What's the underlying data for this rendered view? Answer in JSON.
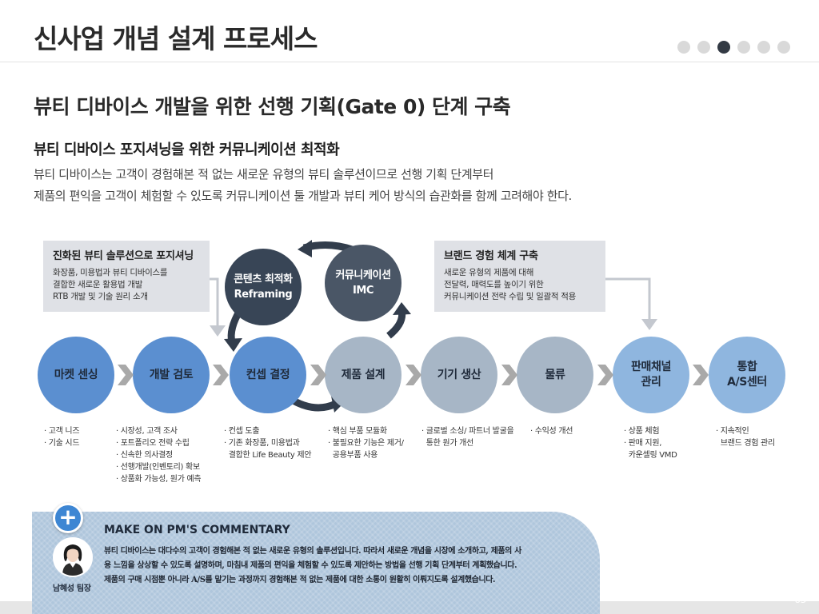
{
  "header": {
    "title": "신사업 개념 설계 프로세스",
    "pager": {
      "total": 6,
      "active_index": 2
    }
  },
  "headline": "뷰티 디바이스 개발을 위한 선행 기획(Gate 0) 단계 구축",
  "subheading": "뷰티 디바이스 포지셔닝을 위한 커뮤니케이션 최적화",
  "description": [
    "뷰티 디바이스는 고객이 경험해본 적 없는 새로운 유형의 뷰티 솔루션이므로 선행 기획 단계부터",
    "제품의 편익을 고객이 체험할 수 있도록 커뮤니케이션 툴 개발과 뷰티 케어 방식의 습관화를 함께 고려해야 한다."
  ],
  "callouts": {
    "left": {
      "title": "진화된 뷰티 솔루션으로 포지셔닝",
      "lines": [
        "화장품, 미용법과 뷰티 디바이스를",
        "결합한 새로운 활용법 개발",
        "RTB 개발 및 기술 원리 소개"
      ]
    },
    "right": {
      "title": "브랜드 경험 체계 구축",
      "lines": [
        "새로운 유형의 제품에 대해",
        "전달력, 매력도를 높이기 위한",
        "커뮤니케이션 전략 수립 및 일괄적 적용"
      ]
    }
  },
  "cycle": {
    "left": {
      "line1": "콘텐츠 최적화",
      "line2": "Reframing"
    },
    "right": {
      "line1": "커뮤니케이션",
      "line2": "IMC"
    }
  },
  "stages": [
    {
      "line1": "마켓 센싱",
      "line2": "",
      "color": "#5b8fd0"
    },
    {
      "line1": "개발 검토",
      "line2": "",
      "color": "#5b8fd0"
    },
    {
      "line1": "컨셉 결정",
      "line2": "",
      "color": "#5b8fd0"
    },
    {
      "line1": "제품 설계",
      "line2": "",
      "color": "#a7b6c6"
    },
    {
      "line1": "기기 생산",
      "line2": "",
      "color": "#a7b6c6"
    },
    {
      "line1": "물류",
      "line2": "",
      "color": "#a7b6c6"
    },
    {
      "line1": "판매채널",
      "line2": "관리",
      "color": "#8fb6df"
    },
    {
      "line1": "통합",
      "line2": "A/S센터",
      "color": "#8fb6df"
    }
  ],
  "details": [
    [
      "· 고객 니즈",
      "· 기술 시드"
    ],
    [
      "· 시장성, 고객 조사",
      "· 포트폴리오 전략 수립",
      "· 신속한 의사결정",
      "· 선행개발(인벤토리) 확보",
      "· 상품화 가능성, 원가 예측"
    ],
    [
      "· 컨셉 도출",
      "· 기존 화장품, 미용법과",
      "  결합한 Life Beauty 제안"
    ],
    [
      "· 핵심 부품 모듈화",
      "· 불필요한 기능은 제거/",
      "  공용부품 사용"
    ],
    [
      "· 글로벌 소싱/ 파트너 발굴을",
      "  통한 원가 개선"
    ],
    [
      "· 수익성 개선"
    ],
    [
      "· 상품 체험",
      "· 판매 지원,",
      "  카운셀링 VMD"
    ],
    [
      "· 지속적인",
      "  브랜드 경험 관리"
    ]
  ],
  "commentary": {
    "title": "MAKE ON PM'S COMMENTARY",
    "lines": [
      "뷰티 디바이스는 대다수의 고객이 경험해본 적 없는 새로운 유형의 솔루션입니다. 따라서 새로운 개념을 시장에 소개하고, 제품의 사",
      "용 느낌을 상상할 수 있도록 설명하며, 마침내 제품의 편익을 체험할 수 있도록 제안하는 방법을 선행 기획 단계부터 계획했습니다.",
      "제품의 구매 시점뿐 아니라 A/S를 맡기는 과정까지 경험해본 적 없는 제품에 대한 소통이 원활히 이뤄지도록 설계했습니다."
    ],
    "plus_glyph": "+",
    "pm_name": "남혜성 팀장"
  },
  "page_number": "63"
}
